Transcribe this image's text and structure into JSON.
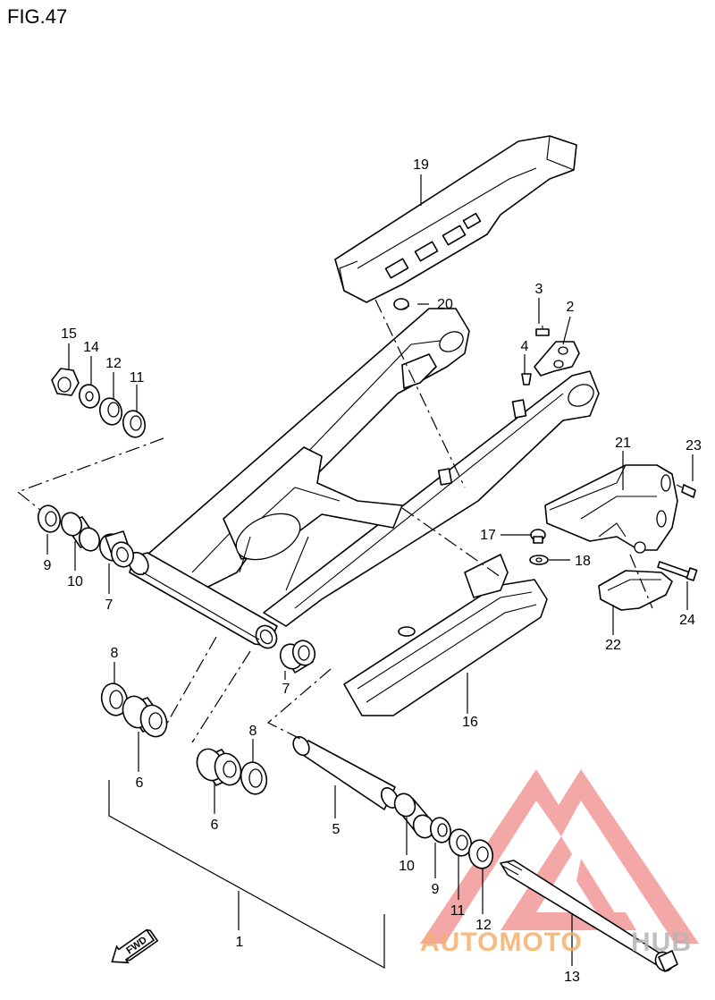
{
  "figure": {
    "title": "FIG.47"
  },
  "callouts": {
    "c1": "1",
    "c2": "2",
    "c3": "3",
    "c4": "4",
    "c5": "5",
    "c6a": "6",
    "c6b": "6",
    "c7a": "7",
    "c7b": "7",
    "c8a": "8",
    "c8b": "8",
    "c9a": "9",
    "c9b": "9",
    "c10a": "10",
    "c10b": "10",
    "c11a": "11",
    "c11b": "11",
    "c12a": "12",
    "c12b": "12",
    "c13": "13",
    "c14": "14",
    "c15": "15",
    "c16": "16",
    "c17": "17",
    "c18": "18",
    "c19": "19",
    "c20": "20",
    "c21": "21",
    "c22": "22",
    "c23": "23",
    "c24": "24"
  },
  "fwd_marker": {
    "label": "FWD"
  },
  "watermark": {
    "brand_part1": "AUTOMOTO",
    "brand_part2": "HUB",
    "colors": {
      "logo": "#f08a8a",
      "text_orange": "#f5b06a",
      "text_gray": "#b5b5b5"
    }
  }
}
